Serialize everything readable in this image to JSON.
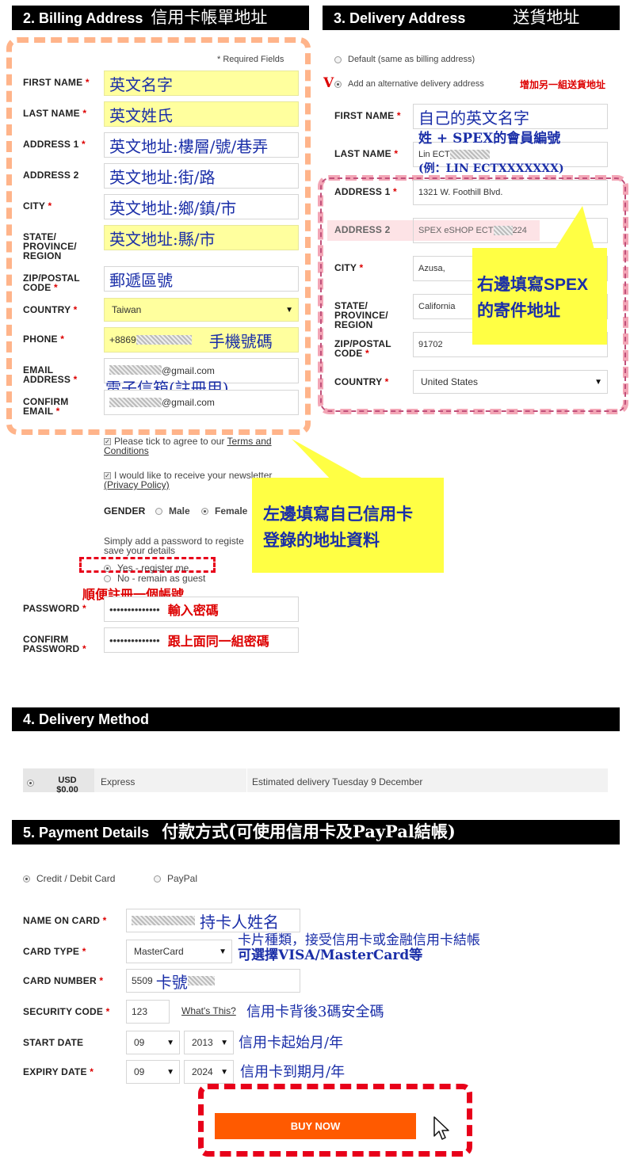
{
  "billing": {
    "header": "2. Billing Address",
    "header_zh": "信用卡帳單地址",
    "required_note": "* Required Fields",
    "first_name_label": "FIRST NAME",
    "first_name_value": "英文名字",
    "last_name_label": "LAST NAME",
    "last_name_value": "英文姓氏",
    "address1_label": "ADDRESS 1",
    "address1_value": "英文地址:樓層/號/巷弄",
    "address2_label": "ADDRESS 2",
    "address2_value": "英文地址:街/路",
    "city_label": "CITY",
    "city_value": "英文地址:鄉/鎮/市",
    "state_label_1": "STATE/",
    "state_label_2": "PROVINCE/",
    "state_label_3": "REGION",
    "state_value": "英文地址:縣/市",
    "zip_label_1": "ZIP/POSTAL",
    "zip_label_2": "CODE",
    "zip_value": "郵遞區號",
    "country_label": "COUNTRY",
    "country_value": "Taiwan",
    "phone_label": "PHONE",
    "phone_value": "+8869",
    "phone_note": "手機號碼",
    "email_label_1": "EMAIL",
    "email_label_2": "ADDRESS",
    "email_value": "@gmail.com",
    "email_note": "電子信箱(註冊用)",
    "confirm_email_label_1": "CONFIRM",
    "confirm_email_label_2": "EMAIL",
    "confirm_email_value": "@gmail.com",
    "terms_text": "Please tick to agree to our ",
    "terms_link_1": "Terms and",
    "terms_link_2": "Conditions",
    "newsletter_text": "I would like to receive your newsletter",
    "privacy_link": "(Privacy Policy)",
    "gender_label": "GENDER",
    "gender_male": "Male",
    "gender_female": "Female",
    "password_prompt_1": "Simply add a password to registe",
    "password_prompt_2": "save your details",
    "register_yes": "Yes - register me",
    "register_no": "No - remain as guest",
    "register_note": "順便註冊一個帳號",
    "password_label": "PASSWORD",
    "password_value": "••••••••••••••",
    "password_note": "輸入密碼",
    "confirm_password_label_1": "CONFIRM",
    "confirm_password_label_2": "PASSWORD",
    "confirm_password_value": "••••••••••••••",
    "confirm_password_note": "跟上面同一組密碼",
    "callout_1": "左邊填寫自己信用卡",
    "callout_2": "登錄的地址資料"
  },
  "delivery": {
    "header": "3. Delivery Address",
    "header_zh": "送貨地址",
    "option_default": "Default (same as billing address)",
    "option_alt": "Add an alternative delivery address",
    "option_alt_note": "增加另一組送貨地址",
    "check_mark": "V",
    "first_name_label": "FIRST NAME",
    "first_name_value": "自己的英文名字",
    "last_name_label": "LAST NAME",
    "last_name_value": "Lin ECT",
    "last_name_note_1": "姓 + SPEX的會員編號",
    "last_name_note_2": "(例：LIN ECTXXXXXXX)",
    "address1_label": "ADDRESS 1",
    "address1_value": "1321 W. Foothill Blvd.",
    "address2_label": "ADDRESS 2",
    "address2_value": "SPEX eSHOP ECT",
    "address2_suffix": "224",
    "city_label": "CITY",
    "city_value": "Azusa,",
    "state_label_1": "STATE/",
    "state_label_2": "PROVINCE/",
    "state_label_3": "REGION",
    "state_value": "California",
    "zip_label_1": "ZIP/POSTAL",
    "zip_label_2": "CODE",
    "zip_value": "91702",
    "country_label": "COUNTRY",
    "country_value": "United States",
    "callout_1": "右邊填寫SPEX",
    "callout_2": "的寄件地址"
  },
  "method": {
    "header": "4. Delivery Method",
    "currency": "USD",
    "price": "$0.00",
    "name": "Express",
    "estimate": "Estimated delivery Tuesday 9 December"
  },
  "payment": {
    "header": "5. Payment Details",
    "header_zh": "付款方式(可使用信用卡及PayPal結帳)",
    "option_card": "Credit / Debit Card",
    "option_paypal": "PayPal",
    "name_label": "NAME ON CARD",
    "name_note": "持卡人姓名",
    "type_label": "CARD TYPE",
    "type_value": "MasterCard",
    "type_note_1": "卡片種類，接受信用卡或金融信用卡結帳",
    "type_note_2": "可選擇VISA/MasterCard等",
    "number_label": "CARD NUMBER",
    "number_value": "5509",
    "number_note": "卡號",
    "security_label": "SECURITY CODE",
    "security_value": "123",
    "whats_this": "What's This?",
    "security_note": "信用卡背後3碼安全碼",
    "start_label": "START DATE",
    "start_month": "09",
    "start_year": "2013",
    "start_note": "信用卡起始月/年",
    "expiry_label": "EXPIRY DATE",
    "expiry_month": "09",
    "expiry_year": "2024",
    "expiry_note": "信用卡到期月/年",
    "buy_label": "BUY NOW"
  },
  "colors": {
    "annotation_blue": "#1a2ea8",
    "annotation_red": "#dd0000",
    "highlight_yellow": "#ffff9e",
    "callout_yellow": "#ffff44",
    "dash_orange": "#ffb48a",
    "dash_pink": "#f3a6b6",
    "buy_orange": "#ff5a00"
  }
}
